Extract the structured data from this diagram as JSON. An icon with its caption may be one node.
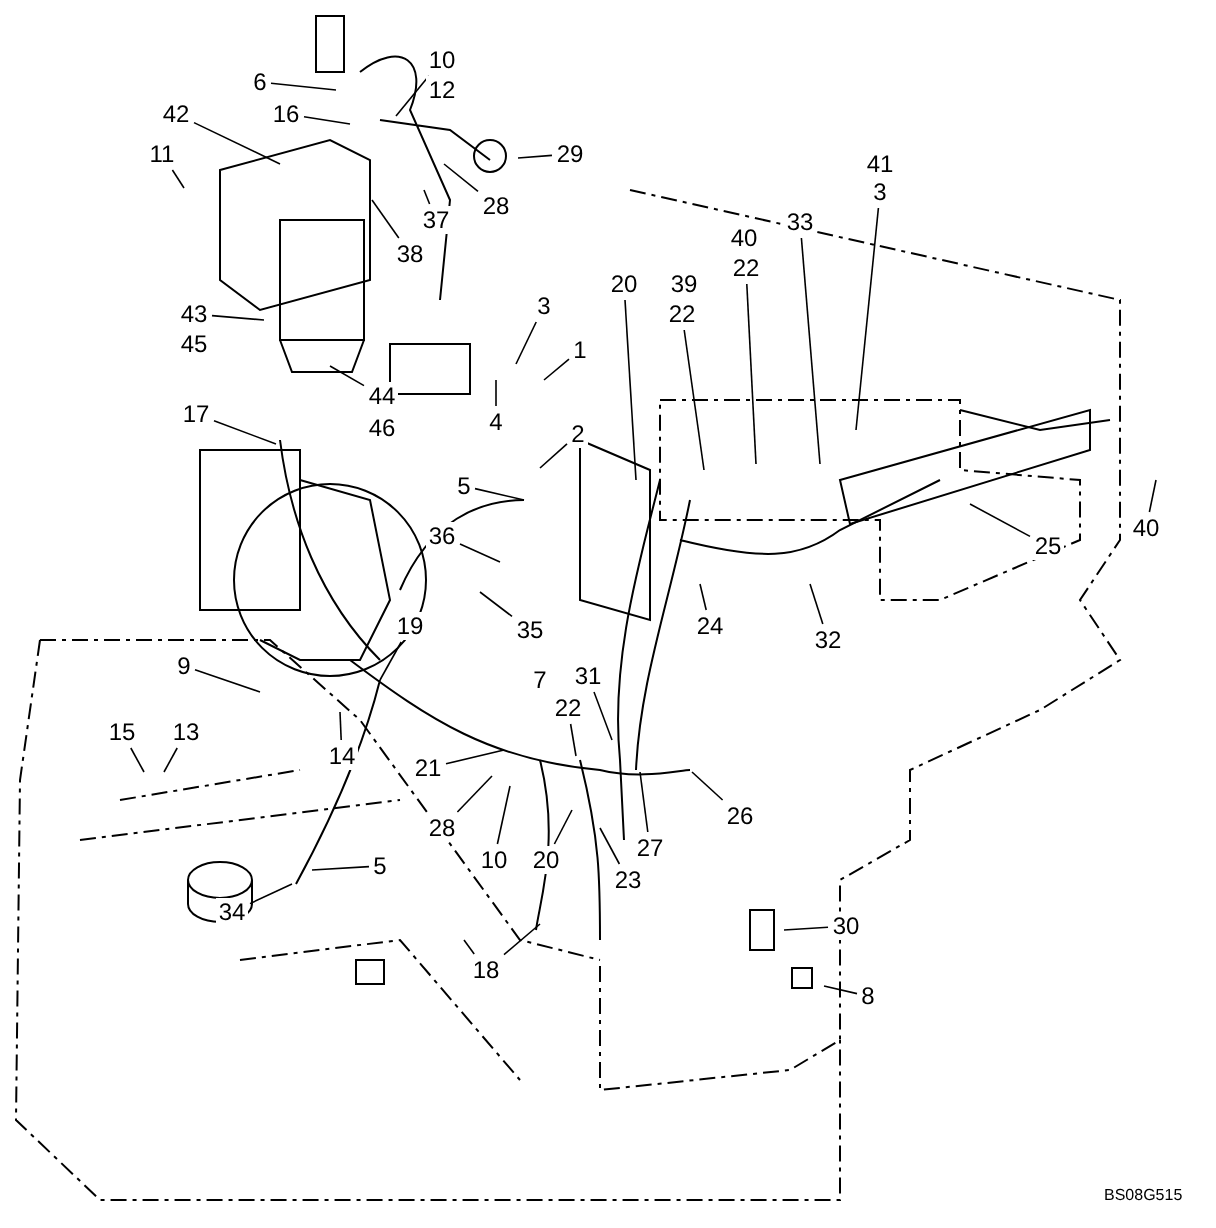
{
  "diagram": {
    "nodes": [
      {
        "text": [
          "6"
        ]
      },
      {
        "text": [
          "10"
        ]
      },
      {
        "text": [
          "12"
        ]
      },
      {
        "text": [
          "16"
        ]
      },
      {
        "text": [
          "42"
        ]
      },
      {
        "text": [
          "11"
        ]
      },
      {
        "text": [
          "29"
        ]
      },
      {
        "text": [
          "28"
        ]
      },
      {
        "text": [
          "37"
        ]
      },
      {
        "text": [
          "38"
        ]
      },
      {
        "text": [
          "41"
        ]
      },
      {
        "text": [
          "3"
        ]
      },
      {
        "text": [
          "40"
        ]
      },
      {
        "text": [
          "22"
        ]
      },
      {
        "text": [
          "33"
        ]
      },
      {
        "text": [
          "20"
        ]
      },
      {
        "text": [
          "39"
        ]
      },
      {
        "text": [
          "22"
        ]
      },
      {
        "text": [
          "3"
        ]
      },
      {
        "text": [
          "43"
        ]
      },
      {
        "text": [
          "45"
        ]
      },
      {
        "text": [
          "1"
        ]
      },
      {
        "text": [
          "17"
        ]
      },
      {
        "text": [
          "44"
        ]
      },
      {
        "text": [
          "46"
        ]
      },
      {
        "text": [
          "4"
        ]
      },
      {
        "text": [
          "2"
        ]
      },
      {
        "text": [
          "5"
        ]
      },
      {
        "text": [
          "36"
        ]
      },
      {
        "text": [
          "25"
        ]
      },
      {
        "text": [
          "40"
        ]
      },
      {
        "text": [
          "24"
        ]
      },
      {
        "text": [
          "19"
        ]
      },
      {
        "text": [
          "35"
        ]
      },
      {
        "text": [
          "32"
        ]
      },
      {
        "text": [
          "9"
        ]
      },
      {
        "text": [
          "31"
        ]
      },
      {
        "text": [
          "7"
        ]
      },
      {
        "text": [
          "22"
        ]
      },
      {
        "text": [
          "15"
        ]
      },
      {
        "text": [
          "13"
        ]
      },
      {
        "text": [
          "14"
        ]
      },
      {
        "text": [
          "21"
        ]
      },
      {
        "text": [
          "26"
        ]
      },
      {
        "text": [
          "28"
        ]
      },
      {
        "text": [
          "27"
        ]
      },
      {
        "text": [
          "10"
        ]
      },
      {
        "text": [
          "20"
        ]
      },
      {
        "text": [
          "5"
        ]
      },
      {
        "text": [
          "23"
        ]
      },
      {
        "text": [
          "34"
        ]
      },
      {
        "text": [
          "30"
        ]
      },
      {
        "text": [
          "18"
        ]
      },
      {
        "text": [
          "8"
        ]
      }
    ],
    "edges": [
      {
        "from": 0,
        "to": null,
        "arrow": "none"
      },
      {
        "from": 1,
        "to": null,
        "arrow": "none"
      },
      {
        "from": 3,
        "to": null,
        "arrow": "none"
      },
      {
        "from": 4,
        "to": null,
        "arrow": "none"
      },
      {
        "from": 5,
        "to": null,
        "arrow": "none"
      },
      {
        "from": 6,
        "to": null,
        "arrow": "none"
      },
      {
        "from": 7,
        "to": null,
        "arrow": "none"
      },
      {
        "from": 8,
        "to": null,
        "arrow": "none"
      },
      {
        "from": 9,
        "to": null,
        "arrow": "none"
      },
      {
        "from": 11,
        "to": null,
        "arrow": "none"
      },
      {
        "from": 13,
        "to": null,
        "arrow": "none"
      },
      {
        "from": 14,
        "to": null,
        "arrow": "none"
      },
      {
        "from": 15,
        "to": null,
        "arrow": "none"
      },
      {
        "from": 17,
        "to": null,
        "arrow": "none"
      },
      {
        "from": 18,
        "to": null,
        "arrow": "none"
      },
      {
        "from": 19,
        "to": null,
        "arrow": "none"
      },
      {
        "from": 21,
        "to": null,
        "arrow": "none"
      },
      {
        "from": 22,
        "to": null,
        "arrow": "none"
      },
      {
        "from": 23,
        "to": null,
        "arrow": "none"
      },
      {
        "from": 25,
        "to": null,
        "arrow": "none"
      },
      {
        "from": 26,
        "to": null,
        "arrow": "none"
      },
      {
        "from": 27,
        "to": null,
        "arrow": "none"
      },
      {
        "from": 28,
        "to": null,
        "arrow": "none"
      },
      {
        "from": 29,
        "to": null,
        "arrow": "none"
      },
      {
        "from": 30,
        "to": null,
        "arrow": "none"
      },
      {
        "from": 31,
        "to": null,
        "arrow": "none"
      },
      {
        "from": 32,
        "to": null,
        "arrow": "none"
      },
      {
        "from": 33,
        "to": null,
        "arrow": "none"
      },
      {
        "from": 34,
        "to": null,
        "arrow": "none"
      },
      {
        "from": 35,
        "to": null,
        "arrow": "none"
      },
      {
        "from": 36,
        "to": null,
        "arrow": "none"
      },
      {
        "from": 38,
        "to": null,
        "arrow": "none"
      },
      {
        "from": 39,
        "to": null,
        "arrow": "none"
      },
      {
        "from": 40,
        "to": null,
        "arrow": "none"
      },
      {
        "from": 41,
        "to": null,
        "arrow": "none"
      },
      {
        "from": 42,
        "to": null,
        "arrow": "none"
      },
      {
        "from": 43,
        "to": null,
        "arrow": "none"
      },
      {
        "from": 44,
        "to": null,
        "arrow": "none"
      },
      {
        "from": 45,
        "to": null,
        "arrow": "none"
      },
      {
        "from": 46,
        "to": null,
        "arrow": "none"
      },
      {
        "from": 47,
        "to": null,
        "arrow": "none"
      },
      {
        "from": 48,
        "to": null,
        "arrow": "none"
      },
      {
        "from": 49,
        "to": null,
        "arrow": "none"
      },
      {
        "from": 50,
        "to": null,
        "arrow": "none"
      },
      {
        "from": 51,
        "to": null,
        "arrow": "none"
      },
      {
        "from": 52,
        "to": null,
        "arrow": "none"
      },
      {
        "from": 52,
        "to": null,
        "arrow": "none"
      },
      {
        "from": 53,
        "to": null,
        "arrow": "none"
      }
    ],
    "labels": [
      "BS08G515"
    ]
  }
}
